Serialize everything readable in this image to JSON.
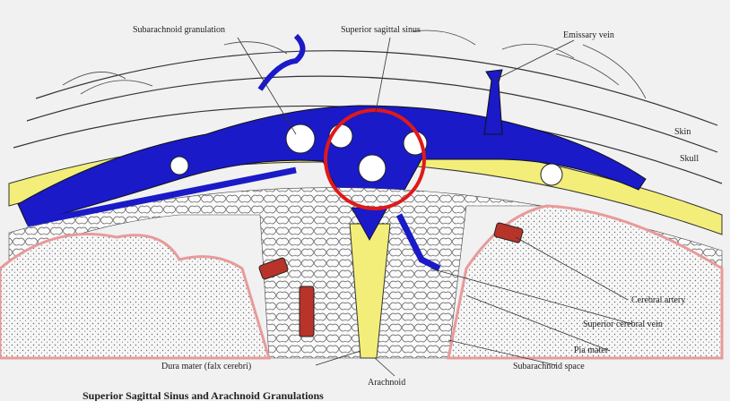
{
  "figure": {
    "caption": "Superior Sagittal Sinus and Arachnoid Granulations",
    "highlight_color": "#e01919",
    "colors": {
      "sinus_blue": "#1a1ac8",
      "dura_yellow": "#f3ee7a",
      "pia_pink": "#e89a9a",
      "artery_red": "#b8342a",
      "background": "#f1f1f1"
    },
    "labels": {
      "subarachnoid_granulation": "Subarachnoid granulation",
      "superior_sagittal_sinus": "Superior sagittal sinus",
      "emissary_vein": "Emissary vein",
      "skin": "Skin",
      "skull": "Skull",
      "cerebral_artery": "Cerebral artery",
      "superior_cerebral_vein": "Superior cerebral vein",
      "pia_mater": "Pia mater",
      "subarachnoid_space": "Subarachnoid space",
      "dura_mater": "Dura mater (falx cerebri)",
      "arachnoid": "Arachnoid"
    }
  }
}
